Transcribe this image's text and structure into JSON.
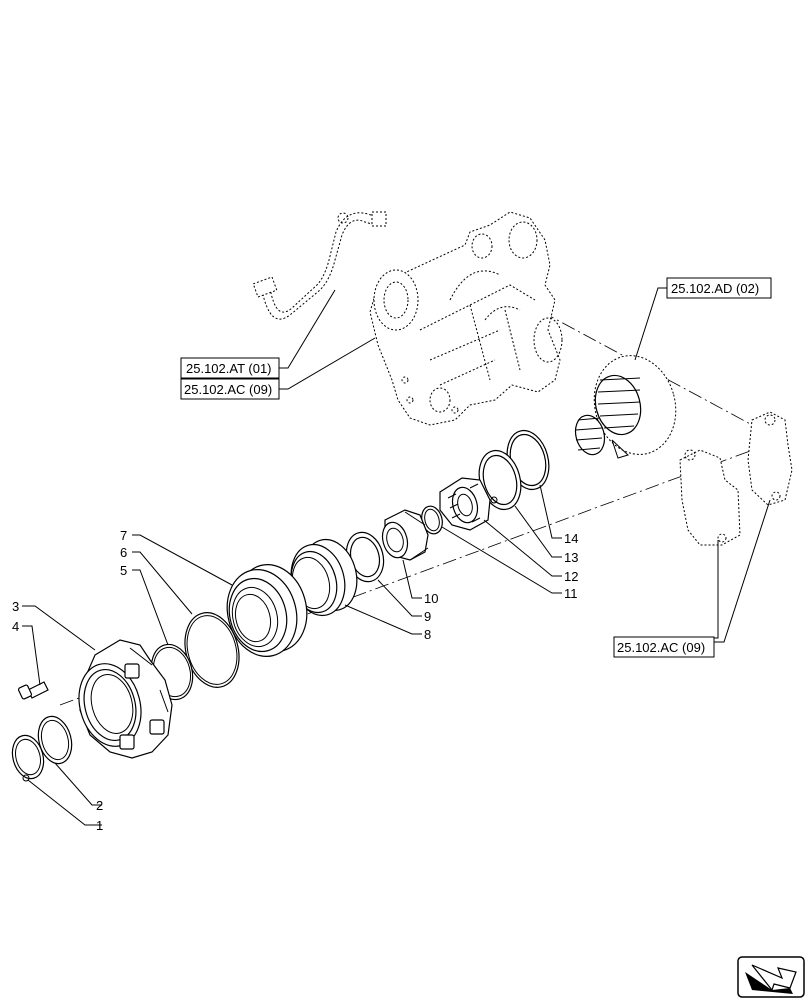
{
  "references": {
    "ref_at_01": "25.102.AT (01)",
    "ref_ac_09_top": "25.102.AC (09)",
    "ref_ad_02": "25.102.AD (02)",
    "ref_ac_09_right": "25.102.AC (09)"
  },
  "callouts": [
    "1",
    "2",
    "3",
    "4",
    "5",
    "6",
    "7",
    "8",
    "9",
    "10",
    "11",
    "12",
    "13",
    "14"
  ],
  "nav_icon": "next-page-arrow-icon"
}
